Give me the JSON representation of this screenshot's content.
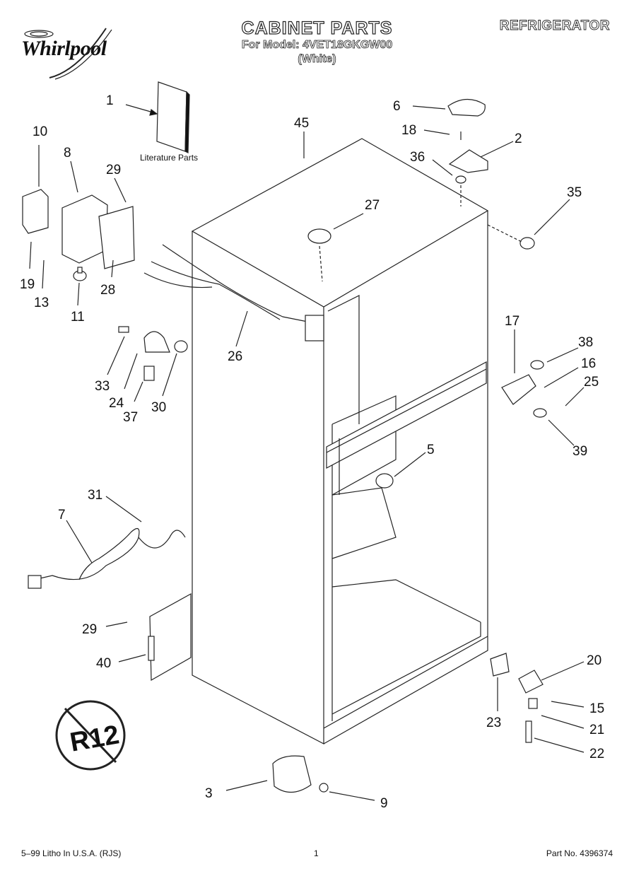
{
  "header": {
    "brand": "Whirlpool",
    "title": "CABINET PARTS",
    "subtitle": "For Model: 4VET18GKGW00",
    "variant": "(White)",
    "category": "REFRIGERATOR"
  },
  "diagram": {
    "literature_label": "Literature Parts",
    "badge_text": "R12",
    "callouts": [
      "1",
      "10",
      "8",
      "29",
      "19",
      "13",
      "11",
      "28",
      "33",
      "24",
      "37",
      "30",
      "26",
      "45",
      "27",
      "6",
      "18",
      "2",
      "36",
      "35",
      "17",
      "38",
      "16",
      "25",
      "39",
      "5",
      "31",
      "7",
      "29",
      "40",
      "3",
      "9",
      "20",
      "15",
      "21",
      "22",
      "23"
    ]
  },
  "footer": {
    "left": "5–99 Litho In U.S.A. (RJS)",
    "center": "1",
    "right": "Part No. 4396374"
  }
}
